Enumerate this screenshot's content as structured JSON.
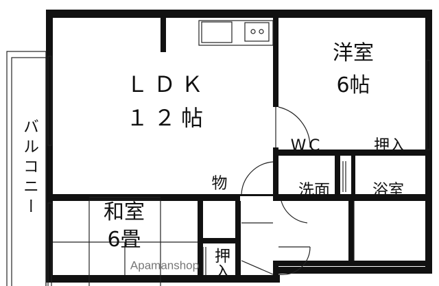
{
  "rooms": {
    "ldk": {
      "name": "ＬＤＫ",
      "size": "１２帖"
    },
    "western_room": {
      "name": "洋室",
      "size": "6帖"
    },
    "wc": {
      "name": "WC"
    },
    "closet_right": {
      "name": "押入"
    },
    "washroom": {
      "name": "洗面"
    },
    "bathroom": {
      "name": "浴室"
    },
    "storage": {
      "name": "物"
    },
    "closet_lower": {
      "name": "押入"
    },
    "japanese_room": {
      "name": "和室",
      "size": "6畳"
    },
    "balcony": {
      "name": "バルコニー"
    }
  },
  "watermark": "Apamanshop"
}
